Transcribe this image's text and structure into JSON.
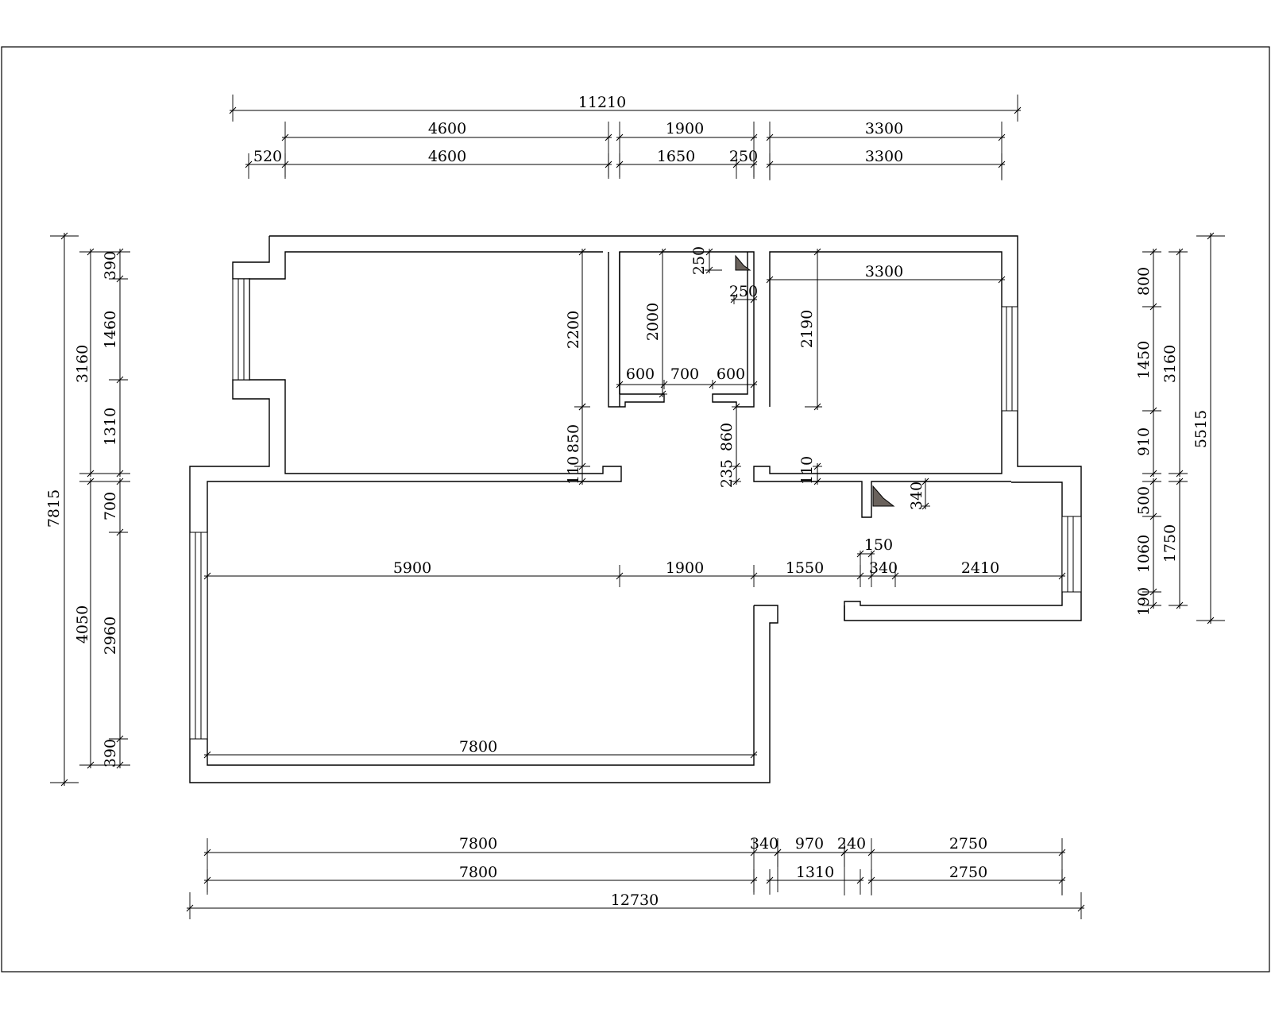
{
  "dimensions": {
    "top_overall": "11210",
    "top_row1": [
      "4600",
      "1900",
      "3300"
    ],
    "top_row2": [
      "520",
      "4600",
      "1650",
      "250",
      "3300"
    ],
    "bottom_row1": [
      "7800",
      "340",
      "970",
      "240",
      "2750"
    ],
    "bottom_row2": [
      "7800",
      "1310",
      "2750"
    ],
    "bottom_overall": "12730",
    "left_overall": "7815",
    "left_mid": [
      "3160",
      "4050"
    ],
    "left_inner": [
      "390",
      "1460",
      "1310",
      "700",
      "2960",
      "390"
    ],
    "right_overall": "5515",
    "right_mid": [
      "3160",
      "1750"
    ],
    "right_inner": [
      "800",
      "1450",
      "910",
      "500",
      "1060",
      "190"
    ],
    "interior": {
      "bedroom_left_height": "2200",
      "bedroom_left_door_gap": "850",
      "bedroom_left_wall": "110",
      "bath_height": "2000",
      "bath_widths": [
        "600",
        "700",
        "600"
      ],
      "bath_shaft_a": "250",
      "bath_shaft_b": "250",
      "corridor_gap": "860",
      "corridor_wall": "235",
      "bedroom_right_width": "3300",
      "bedroom_right_height": "2190",
      "bedroom_right_wall": "110",
      "kitchen_shaft": "340",
      "living_row": [
        "5900",
        "1900",
        "1550",
        "340",
        "2410"
      ],
      "living_small": "150",
      "living_bottom": "7800"
    }
  }
}
